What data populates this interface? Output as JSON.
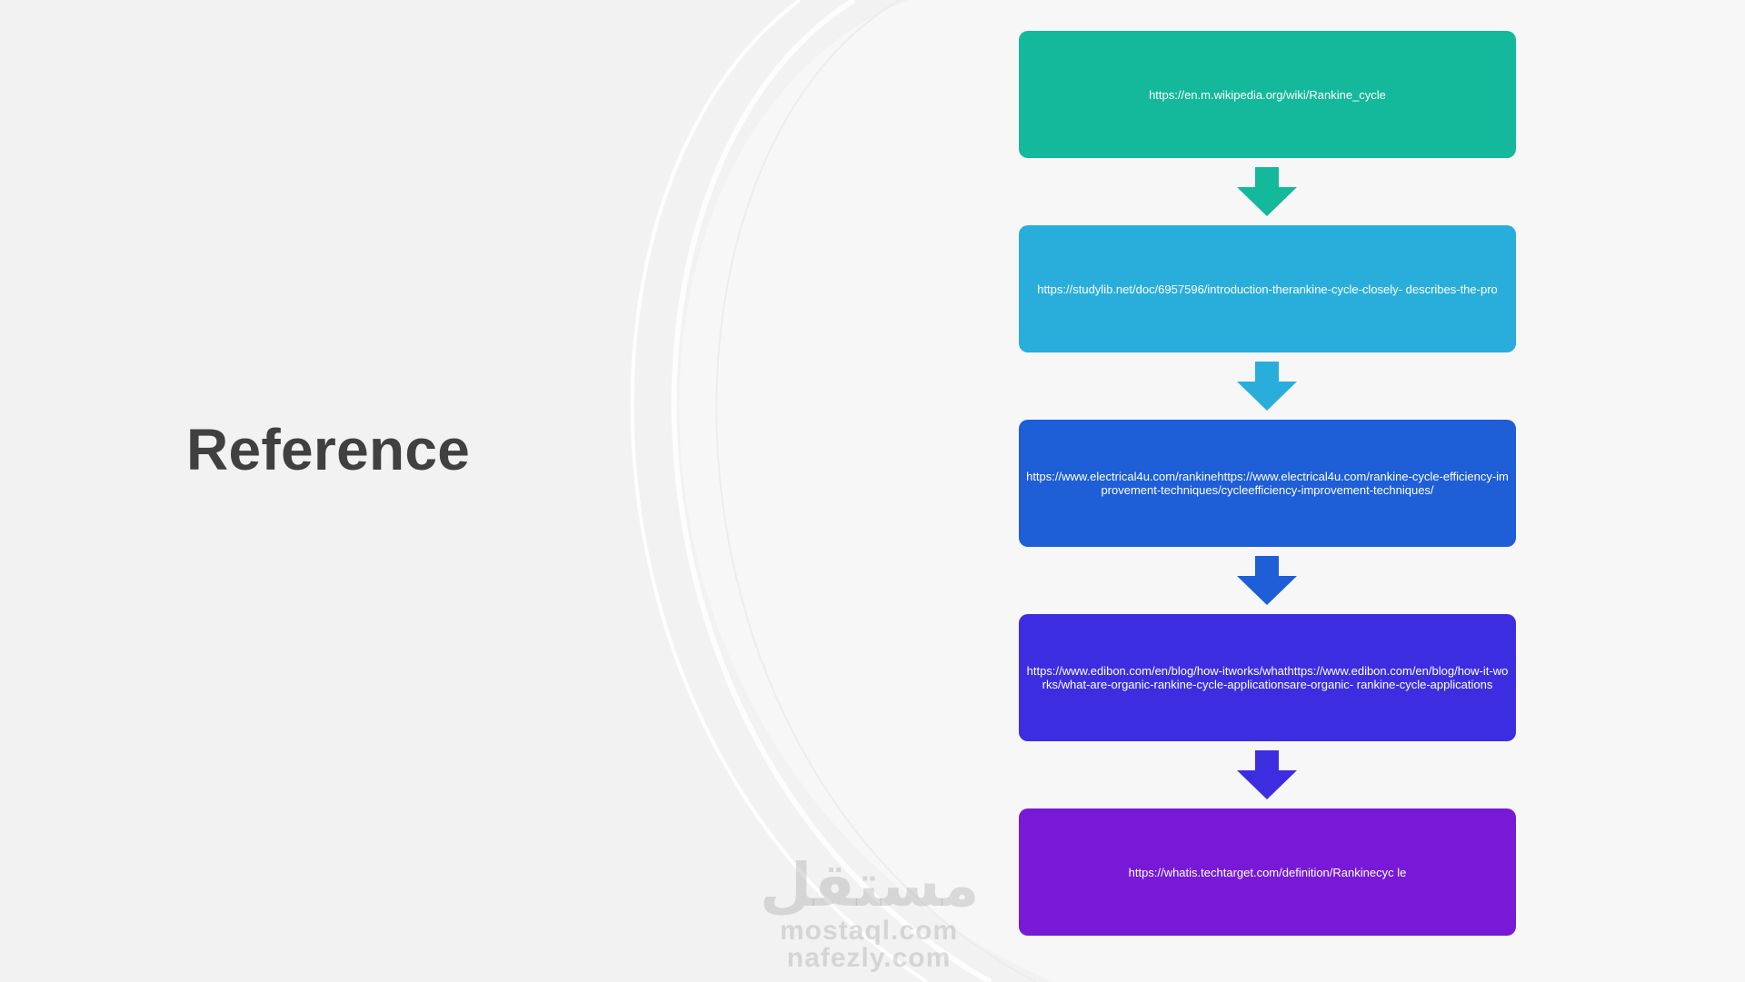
{
  "slide": {
    "title": "Reference"
  },
  "flowchart": {
    "items": [
      {
        "text": "https://en.m.wikipedia.org/wiki/Rankine_cycle",
        "color": "#14b89a"
      },
      {
        "text": "https://studylib.net/doc/6957596/introduction-therankine-cycle-closely- describes-the-pro",
        "color": "#29aedb"
      },
      {
        "text": "https://www.electrical4u.com/rankinehttps://www.electrical4u.com/rankine-cycle-efficiency-improvement-techniques/cycleefficiency-improvement-techniques/",
        "color": "#1e5ed6"
      },
      {
        "text": "https://www.edibon.com/en/blog/how-itworks/whathttps://www.edibon.com/en/blog/how-it-works/what-are-organic-rankine-cycle-applicationsare-organic- rankine-cycle-applications",
        "color": "#3c2ee0"
      },
      {
        "text": "https://whatis.techtarget.com/definition/Rankinecyc le",
        "color": "#7719d6"
      }
    ],
    "arrows": [
      {
        "icon": "arrow-down-icon",
        "color": "#14b89a"
      },
      {
        "icon": "arrow-down-icon",
        "color": "#29aedb"
      },
      {
        "icon": "arrow-down-icon",
        "color": "#1e5ed6"
      },
      {
        "icon": "arrow-down-icon",
        "color": "#3c2ee0"
      }
    ]
  },
  "watermark": {
    "logo_text": "مستقل",
    "line1": "mostaql.com",
    "line2": "nafezly.com"
  }
}
